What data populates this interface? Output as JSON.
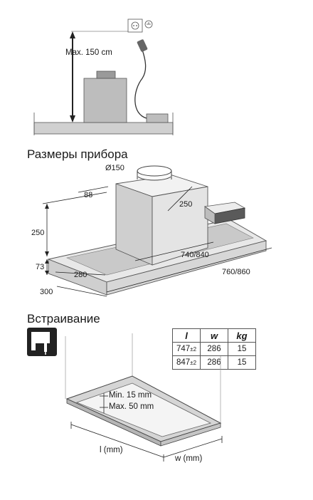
{
  "install": {
    "max_label": "Max. 150 cm"
  },
  "dimensions": {
    "title": "Размеры прибора",
    "labels": {
      "d150": "Ø150",
      "d88": "88",
      "d250_top": "250",
      "d250_left": "250",
      "d740": "740/840",
      "d73": "73",
      "d280": "280",
      "d760": "760/860",
      "d300": "300"
    }
  },
  "builtin": {
    "title": "Встраивание",
    "min_label": "Min. 15 mm",
    "max_label": "Max. 50 mm",
    "l_label": "l (mm)",
    "w_label": "w (mm)",
    "table": {
      "headers": [
        "l",
        "w",
        "kg"
      ],
      "rows": [
        {
          "l": "747",
          "tol": "±2",
          "w": "286",
          "kg": "15"
        },
        {
          "l": "847",
          "tol": "±2",
          "w": "286",
          "kg": "15"
        }
      ]
    }
  }
}
